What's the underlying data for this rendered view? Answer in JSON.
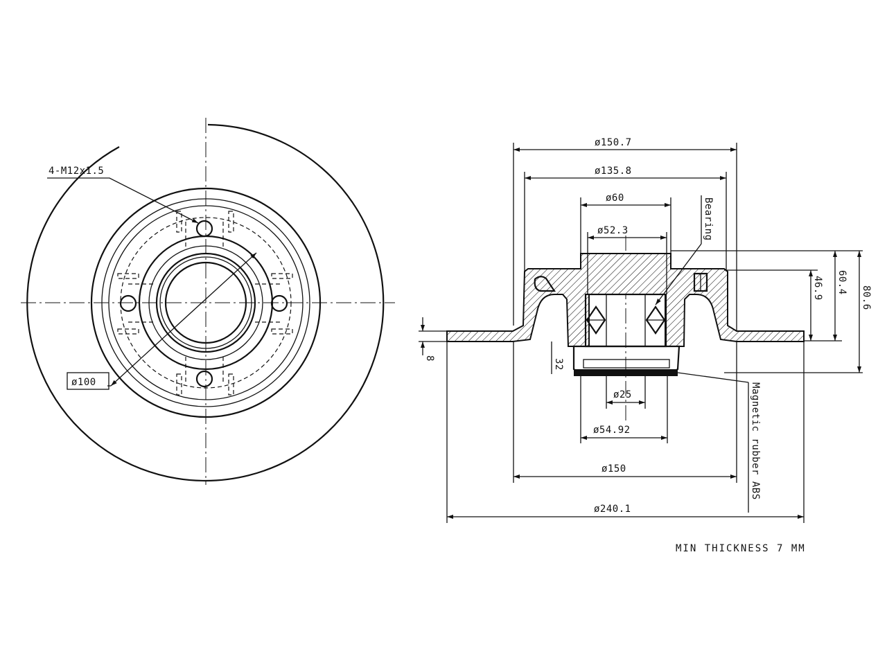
{
  "front_view": {
    "bolt_label": "4-M12x1.5",
    "pcd_label": "ø100"
  },
  "section_view": {
    "dims": {
      "d150_7": "ø150.7",
      "d135_8": "ø135.8",
      "d60": "ø60",
      "d52_3": "ø52.3",
      "d25": "ø25",
      "d54_92": "ø54.92",
      "d150": "ø150",
      "d240_1": "ø240.1",
      "h60_4": "60.4",
      "h46_9": "46.9",
      "h80_6": "80.6",
      "t8": "8",
      "o32": "32"
    },
    "callouts": {
      "bearing": "Bearing",
      "abs": "Magnetic rubber ABS"
    }
  },
  "note": "MIN THICKNESS 7 MM"
}
